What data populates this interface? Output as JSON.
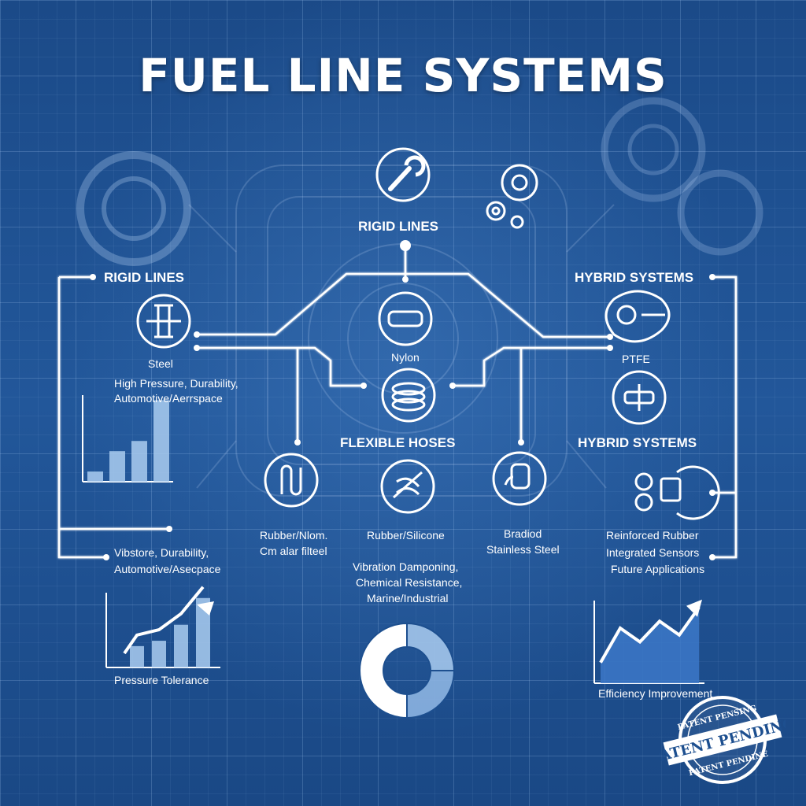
{
  "title": "FUEL LINE SYSTEMS",
  "top_node": {
    "label": "RIGID LINES"
  },
  "left": {
    "heading": "RIGID LINES",
    "material": "Steel",
    "desc_line1": "High Pressure, Durability,",
    "desc_line2": "Automotive/Aerrspace",
    "lower_line1": "Vibstore, Durability,",
    "lower_line2": "Automotive/Asecpace",
    "chart_label": "Pressure Tolerance"
  },
  "center": {
    "nylon": "Nylon",
    "flexible_heading": "FLEXIBLE HOSES",
    "rubber_silicone": "Rubber/Silicone",
    "desc_line1": "Vibration Damponing,",
    "desc_line2": "Chemical Resistance,",
    "desc_line3": "Marine/Industrial"
  },
  "lower_left_node": {
    "line1": "Rubber/Nlom.",
    "line2": "Cm alar filteel"
  },
  "lower_right_node": {
    "line1": "Bradiod",
    "line2": "Stainless Steel"
  },
  "right": {
    "heading1": "HYBRID SYSTEMS",
    "ptfe": "PTFE",
    "heading2": "HYBRID SYSTEMS",
    "line1": "Reinforced Rubber",
    "line2": "Integrated Sensors",
    "line3": "Future Applications",
    "chart_label": "Efficiency Improvement"
  },
  "stamp": {
    "top": "PATENT PENSING",
    "main": "PATENT PENDING",
    "bottom": "PATENT PENDINE"
  },
  "chart_data": [
    {
      "type": "bar",
      "values": [
        1,
        3,
        4,
        8
      ]
    },
    {
      "type": "bar",
      "values": [
        2,
        2.5,
        4,
        6.5
      ]
    },
    {
      "type": "pie",
      "values": [
        50,
        25,
        25
      ]
    },
    {
      "type": "area",
      "values": [
        3,
        8,
        6,
        9,
        7,
        11
      ]
    }
  ],
  "colors": {
    "background": "#1d4f8f",
    "line": "#ffffff",
    "accent": "#9ec3ec"
  }
}
